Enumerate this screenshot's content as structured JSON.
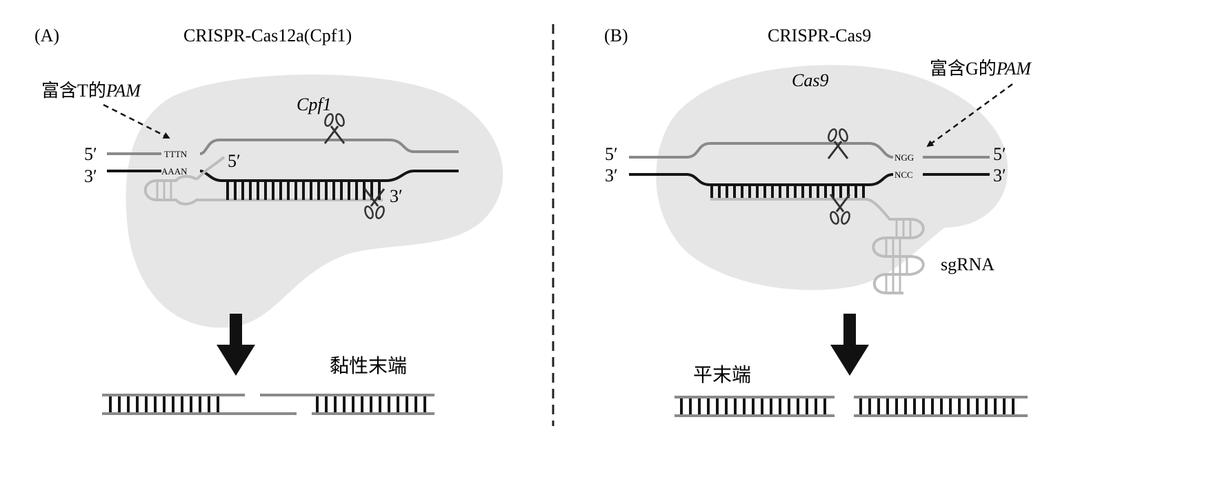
{
  "panel_a": {
    "label": "(A)",
    "title": "CRISPR-Cas12a(Cpf1)",
    "protein": "Cpf1",
    "pam_callout": {
      "prefix": "富含T的",
      "pam": "PAM"
    },
    "top_strand_5": "5′",
    "bottom_strand_3": "3′",
    "pam_top_seq": "TTTN",
    "pam_bottom_seq": "AAAN",
    "crrna_5": "5′",
    "crrna_3": "3′",
    "result_label": "黏性末端"
  },
  "panel_b": {
    "label": "(B)",
    "title": "CRISPR-Cas9",
    "protein": "Cas9",
    "pam_callout": {
      "prefix": "富含G的",
      "pam": "PAM"
    },
    "left_5": "5′",
    "left_3": "3′",
    "right_5": "5′",
    "right_3": "3′",
    "pam_top_seq": "NGG",
    "pam_bottom_seq": "NCC",
    "guide_label": "sgRNA",
    "result_label": "平末端"
  },
  "colors": {
    "blob": "#e6e6e6",
    "top_strand": "#8a8a8a",
    "bottom_strand": "#151515",
    "rna": "#bdbdbd",
    "arrow": "#111111"
  }
}
